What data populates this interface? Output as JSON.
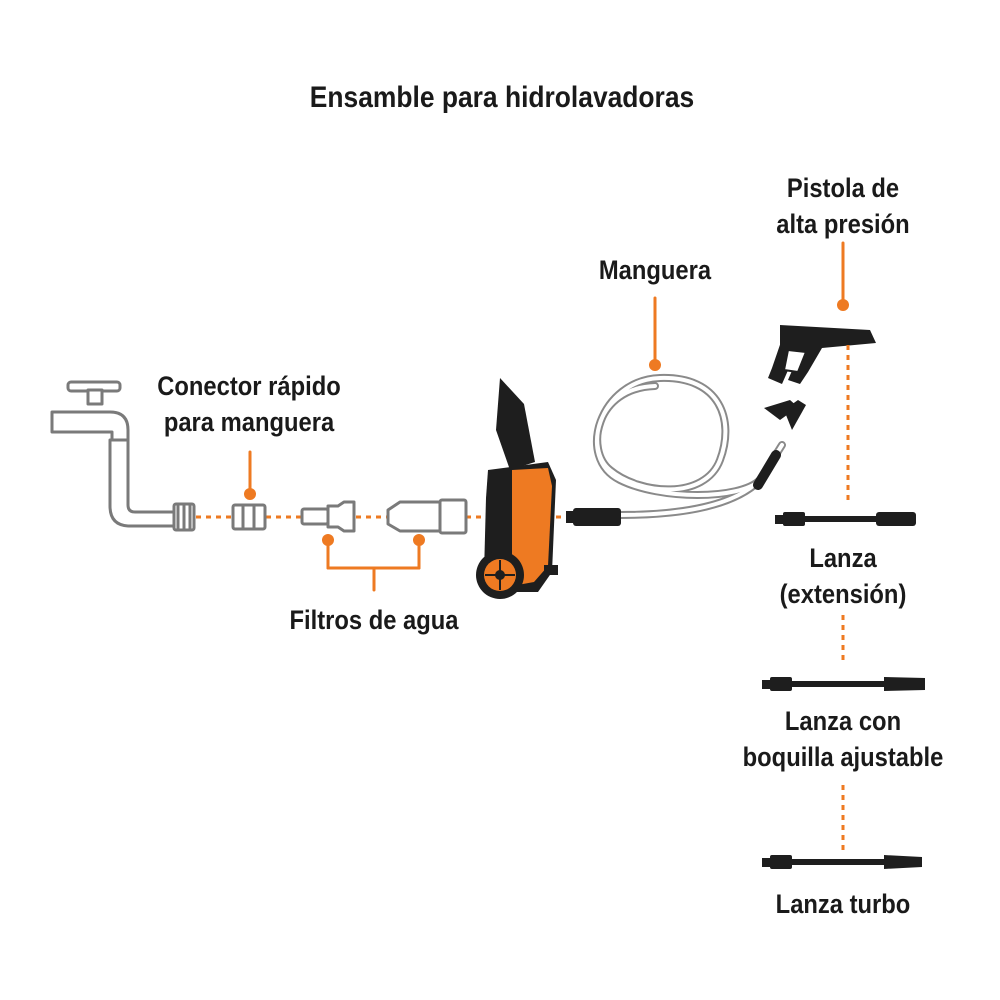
{
  "title": "Ensamble para hidrolavadoras",
  "accent_color": "#ee7a22",
  "dark_color": "#1e1e1e",
  "labels": {
    "conector": [
      "Conector rápido",
      "para manguera"
    ],
    "filtros": "Filtros de agua",
    "manguera": "Manguera",
    "pistola": [
      "Pistola de",
      "alta presión"
    ],
    "lanza_ext": [
      "Lanza",
      "(extensión)"
    ],
    "lanza_boquilla": [
      "Lanza con",
      "boquilla ajustable"
    ],
    "lanza_turbo": "Lanza turbo"
  },
  "icons": [
    "faucet-icon",
    "quick-connector-icon",
    "water-filter-icon",
    "pressure-washer-icon",
    "hose-icon",
    "spray-gun-icon",
    "lance-icon"
  ]
}
